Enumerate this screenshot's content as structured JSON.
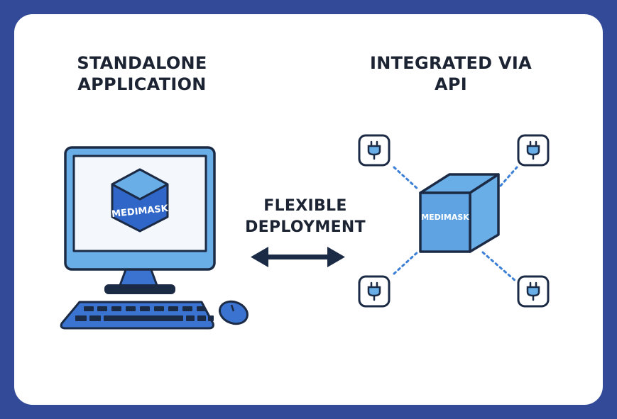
{
  "diagram": {
    "left_title_line1": "STANDALONE",
    "left_title_line2": "APPLICATION",
    "right_title_line1": "INTEGRATED VIA",
    "right_title_line2": "API",
    "middle_label_line1": "FLEXIBLE",
    "middle_label_line2": "DEPLOYMENT",
    "left_cube_label": "MEDIMASK",
    "right_cube_label": "MEDIMASK",
    "api_plugs": [
      {
        "position": "top-left",
        "icon": "plug-icon"
      },
      {
        "position": "top-right",
        "icon": "plug-icon"
      },
      {
        "position": "bottom-left",
        "icon": "plug-icon"
      },
      {
        "position": "bottom-right",
        "icon": "plug-icon"
      }
    ],
    "colors": {
      "frame": "#334a99",
      "dark": "#1c2b45",
      "light_blue": "#6aaee8",
      "mid_blue": "#2f66c8",
      "screen": "#f4f7fb",
      "dots": "#3b7fd6"
    }
  }
}
